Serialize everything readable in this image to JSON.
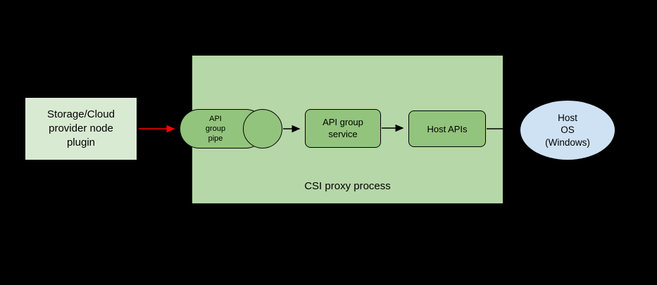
{
  "colors": {
    "canvas-bg": "#000000",
    "plugin-fill": "#d9ead3",
    "proxy-fill": "#b6d7a8",
    "node-fill": "#93c47d",
    "hostos-fill": "#cfe2f3",
    "stroke": "#000000",
    "arrow-red": "#ff0000",
    "arrow-black": "#000000"
  },
  "nodes": {
    "plugin": {
      "label": "Storage/Cloud\nprovider node\nplugin"
    },
    "proxy": {
      "label": "CSI proxy process"
    },
    "pipe": {
      "label": "API\ngroup\npipe"
    },
    "service": {
      "label": "API group\nservice"
    },
    "host_apis": {
      "label": "Host APIs"
    },
    "host_os": {
      "label": "Host\nOS\n(Windows)"
    }
  },
  "edges": [
    {
      "from": "plugin",
      "to": "pipe",
      "style": "red-arrow"
    },
    {
      "from": "pipe",
      "to": "service",
      "style": "black-arrow"
    },
    {
      "from": "service",
      "to": "host_apis",
      "style": "black-arrow"
    },
    {
      "from": "host_apis",
      "to": "host_os",
      "style": "plain-line"
    }
  ]
}
